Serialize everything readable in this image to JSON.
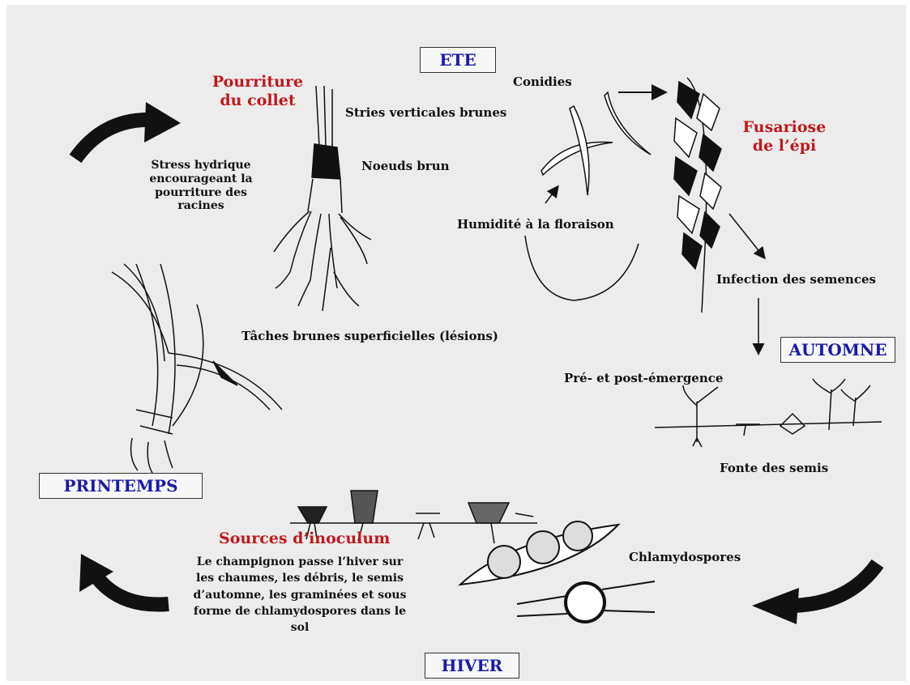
{
  "seasons": {
    "summer": "ETE",
    "autumn": "AUTOMNE",
    "winter": "HIVER",
    "spring": "PRINTEMPS"
  },
  "diseases": {
    "crown_rot": "Pourriture du collet",
    "head_blight": "Fusariose de l’épi",
    "inoculum": "Sources d’inoculum"
  },
  "labels": {
    "conidia": "Conidies",
    "vertical_streaks": "Stries verticales brunes",
    "brown_nodes": "Noeuds brun",
    "water_stress": "Stress hydrique encourageant la pourriture des racines",
    "flowering_humidity": "Humidité à la floraison",
    "seed_infection": "Infection des semences",
    "superficial_spots": "Tâches brunes superficielles (lésions)",
    "emergence": "Pré- et post-émergence",
    "damping_off": "Fonte des semis",
    "chlamydospores": "Chlamydospores",
    "overwinter": "Le champignon passe l’hiver sur les chaumes, les débris, le semis d’automne, les graminées et sous forme de chlamydospores dans le sol"
  },
  "colors": {
    "background": "#ececec",
    "disease_text": "#c0181c",
    "season_text": "#1a1aa8",
    "ink": "#111111"
  }
}
